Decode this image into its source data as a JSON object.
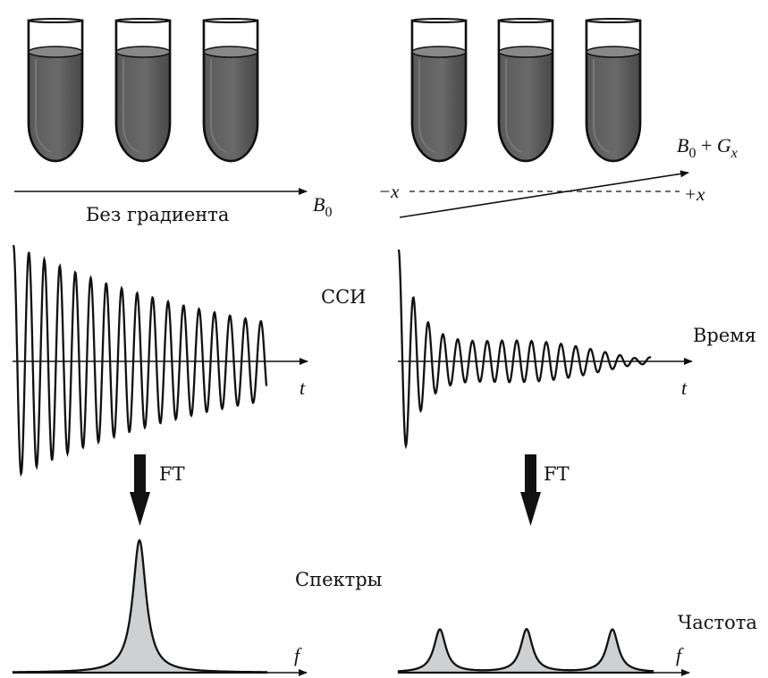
{
  "left_panel": {
    "field_label": "Без градиента",
    "field_symbol": "B",
    "field_subscript": "0",
    "time_axis_label": "t",
    "freq_axis_label": "f",
    "ft_label": "FT"
  },
  "right_panel": {
    "gradient_symbol_b": "B",
    "gradient_subscript_0": "0",
    "gradient_plus": " + ",
    "gradient_symbol_g": "G",
    "gradient_subscript_x": "x",
    "minus_x": "−x",
    "plus_x": "+x",
    "time_axis_label": "t",
    "freq_axis_label": "f",
    "ft_label": "FT"
  },
  "row_labels": {
    "fid": "ССИ",
    "time": "Время",
    "spectra": "Спектры",
    "frequency": "Частота"
  },
  "colors": {
    "tube_liquid": "#606060",
    "tube_glass": "#ffffff",
    "peak_fill": "#cfd0d2",
    "ink": "#111111"
  },
  "icons": [
    "test-tube-icon",
    "down-arrow-icon"
  ]
}
